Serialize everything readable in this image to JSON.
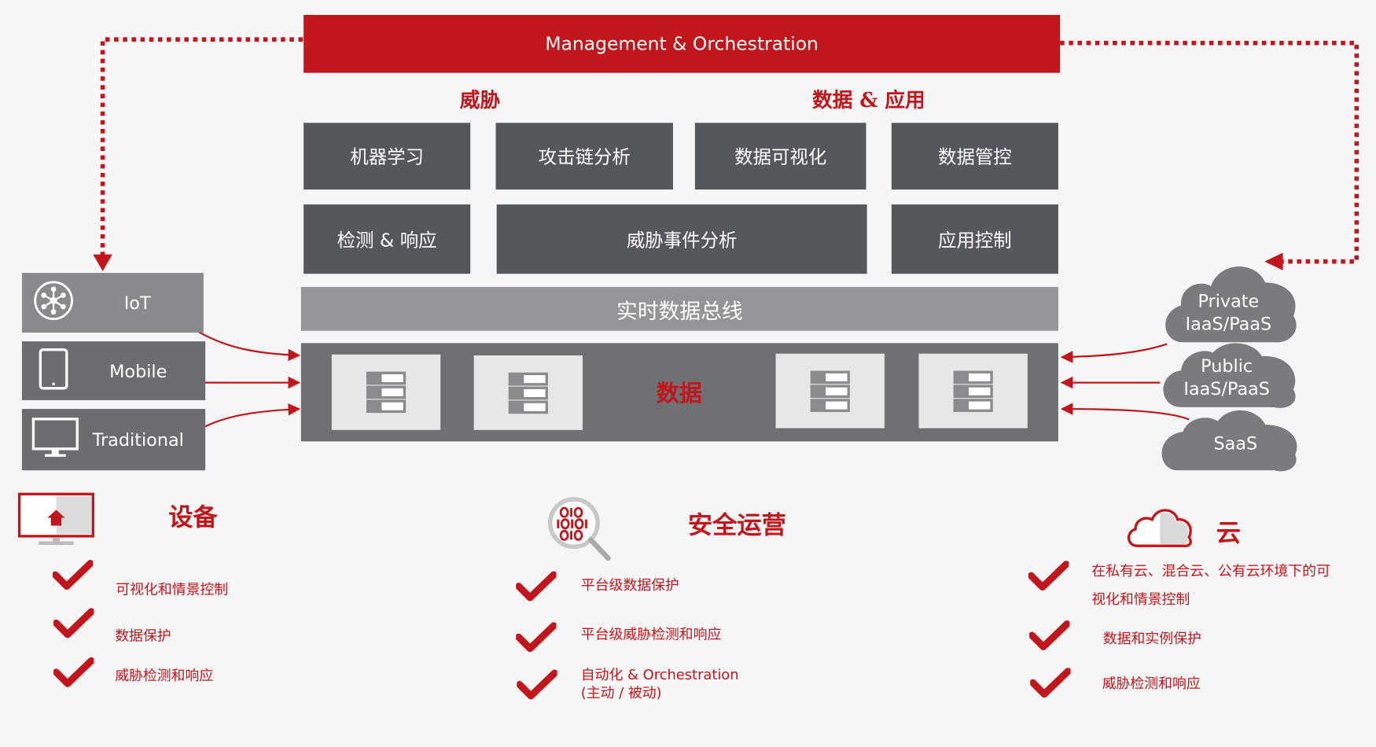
{
  "top": {
    "title": "Management & Orchestration"
  },
  "sections": {
    "threat": "威胁",
    "data_app": "数据 & 应用"
  },
  "modules": {
    "row1": [
      "机器学习",
      "攻击链分析",
      "数据可视化",
      "数据管控"
    ],
    "row2": [
      "检测 & 响应",
      "威胁事件分析",
      "应用控制"
    ]
  },
  "bus": "实时数据总线",
  "data_label": "数据",
  "devices": [
    "IoT",
    "Mobile",
    "Traditional"
  ],
  "clouds": {
    "private": [
      "Private",
      "IaaS/PaaS"
    ],
    "public": [
      "Public",
      "IaaS/PaaS"
    ],
    "saas": "SaaS"
  },
  "columns": {
    "devices": {
      "title": "设备",
      "items": [
        "可视化和情景控制",
        "数据保护",
        "威胁检测和响应"
      ]
    },
    "secops": {
      "title": "安全运营",
      "items": [
        "平台级数据保护",
        "平台级威胁检测和响应",
        "自动化 & Orchestration",
        "(主动 / 被动)"
      ]
    },
    "cloud": {
      "title": "云",
      "items": [
        "在私有云、混合云、公有云环境下的可",
        "视化和情景控制",
        "数据和实例保护",
        "威胁检测和响应"
      ]
    }
  },
  "colors": {
    "brand_red": "#c0161c",
    "dark_gray": "#54575c",
    "mid_gray": "#939598",
    "band_gray": "#6f7074",
    "cloud_gray": "#7a7b7e"
  },
  "icons": [
    "network-hub-icon",
    "tablet-icon",
    "monitor-icon",
    "server-stack-icon",
    "cloud-icon",
    "home-monitor-icon",
    "binary-magnifier-icon",
    "checkmark-icon"
  ]
}
